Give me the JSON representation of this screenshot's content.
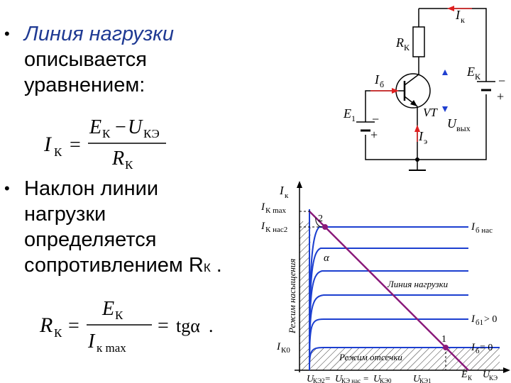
{
  "bullet1": {
    "dot": "•",
    "line1": "Линия нагрузки",
    "line2": "описывается",
    "line3": "уравнением:"
  },
  "formula1": {
    "lhs_main": "I",
    "lhs_sub": "К",
    "eq": "=",
    "num_E": "E",
    "num_E_sub": "К",
    "num_minus": "−",
    "num_U": "U",
    "num_U_sub": "КЭ",
    "den_R": "R",
    "den_R_sub": "К"
  },
  "bullet2": {
    "dot": "•",
    "line1": "Наклон линии",
    "line2": "нагрузки",
    "line3": "определяется",
    "line4": "сопротивлением R",
    "line4_sub": "К",
    "line4_end": " ."
  },
  "formula2": {
    "lhs_main": "R",
    "lhs_sub": "К",
    "eq": "=",
    "num_E": "E",
    "num_E_sub": "К",
    "den_I": "I",
    "den_I_sub": "к max",
    "eq2": "=",
    "tg": "tgα",
    "end": "."
  },
  "circuit": {
    "Ik_top": "I",
    "Ik_top_sub": "к",
    "Rk": "R",
    "Rk_sub": "К",
    "Ib": "I",
    "Ib_sub": "б",
    "Ek": "E",
    "Ek_sub": "К",
    "Ek_minus": "−",
    "Ek_plus": "+",
    "E1": "E",
    "E1_sub": "1",
    "E1_minus": "−",
    "E1_plus": "+",
    "VT": "VT",
    "Ie": "I",
    "Ie_sub": "э",
    "Uvyx": "U",
    "Uvyx_sub": "вых"
  },
  "graph": {
    "y_axis": "I",
    "y_axis_sub": "к",
    "Ikmax": "I",
    "Ikmax_sub": "К max",
    "Iknas2": "I",
    "Iknas2_sub": "К нас2",
    "Ik0": "I",
    "Ik0_sub": "К0",
    "saturation_label": "Режим насыщения",
    "cutoff_label": "Режим отсечки",
    "load_line_label": "Линия нагрузки",
    "point2": "2",
    "point1": "1",
    "alpha": "α",
    "Ibnas": "I",
    "Ibnas_sub": "б нас",
    "Ib1": "I",
    "Ib1_sub": "б1",
    "Ib1_rel": " > 0",
    "Ib0": "I",
    "Ib0_sub": "б",
    "Ib0_rel": " = 0",
    "x_formula_a": "U",
    "x_formula_a_sub": "КЭ2",
    "x_formula_eq1": " = ",
    "x_formula_b": "U",
    "x_formula_b_sub": "КЭ нас",
    "x_formula_eq2": " = ",
    "x_formula_c": "U",
    "x_formula_c_sub": "КЭ0",
    "x_Ukz1": "U",
    "x_Ukz1_sub": "КЭ1",
    "x_Ek": "E",
    "x_Ek_sub": "К",
    "x_axis": "U",
    "x_axis_sub": "КЭ"
  },
  "colors": {
    "title_blue": "#1f3a93",
    "curve_blue": "#1c3fd0",
    "load_line_purple": "#8a1a7a",
    "arrow_red": "#e02020",
    "arrow_blue": "#1f3fd0"
  }
}
